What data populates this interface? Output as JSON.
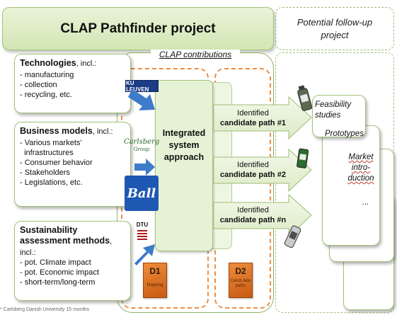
{
  "title": "CLAP Pathfinder project",
  "followup_header": "Potential follow-up project",
  "contributions_label": "CLAP contributions",
  "inputs": [
    {
      "title": "Technologies",
      "suffix": ", incl.:",
      "items": [
        "- manufacturing",
        "- collection",
        "- recycling, etc."
      ]
    },
    {
      "title": "Business models",
      "suffix": ", incl.:",
      "items": [
        "- Various markets’",
        "  infrastructures",
        "- Consumer behavior",
        "- Stakeholders",
        "- Legislations, etc."
      ]
    },
    {
      "title": "Sustainability assessment methods",
      "suffix": ",",
      "items": [
        "incl.:",
        "- pot. Climate impact",
        "- pot. Economic impact",
        "- short-term/long-term"
      ]
    }
  ],
  "core": "Integrated system approach",
  "paths": [
    {
      "line1": "Identified",
      "line2": "candidate path #1"
    },
    {
      "line1": "Identified",
      "line2": "candidate path #2"
    },
    {
      "line1": "Identified",
      "line2": "candidate path #n"
    }
  ],
  "followup_stages": [
    "Feasibility studies",
    "Prototypes",
    "Market intro-duction",
    "..."
  ],
  "partners": {
    "ku_leuven": "KU LEUVEN",
    "carlsberg": "Carlsberg",
    "carlsberg_sub": "Group",
    "ball": "Ball",
    "dtu": "DTU"
  },
  "deliverables": [
    {
      "id": "D1",
      "sub": "Mapping"
    },
    {
      "id": "D2",
      "sub": "Candi date paths"
    }
  ],
  "footnote": "* Carlsberg Danish University 15 months",
  "colors": {
    "green_fill": "#d3e6b4",
    "green_border": "#a5c27b",
    "arrow_blue": "#3e7bc9",
    "orange": "#ec8e43"
  }
}
